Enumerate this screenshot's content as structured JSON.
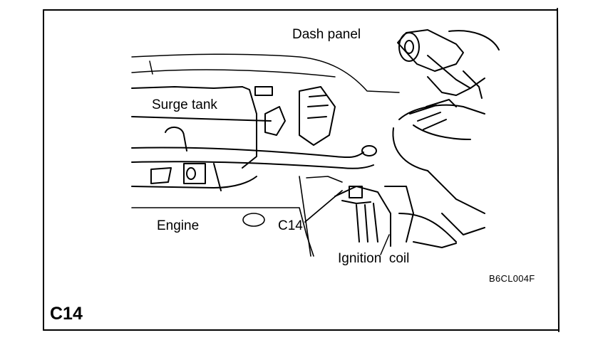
{
  "labels": {
    "dash_panel": "Dash panel",
    "surge_tank": "Surge tank",
    "engine": "Engine",
    "c14_pointer": "C14",
    "ignition_coil": "Ignition  coil",
    "figure_code": "B6CL004F",
    "connector_id": "C14"
  },
  "colors": {
    "ink": "#000000",
    "paper": "#ffffff"
  }
}
